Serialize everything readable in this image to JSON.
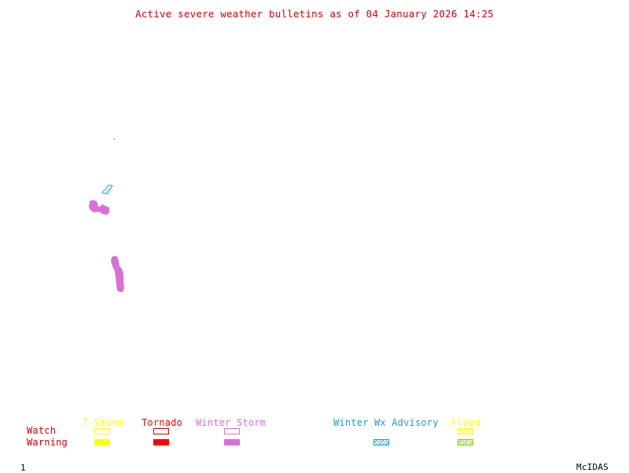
{
  "title": "Active severe weather bulletins as of 04 January 2026 14:25",
  "frame_number": "1",
  "software_label": "McIDAS",
  "colors": {
    "title": "#d40000",
    "row_label": "#d40000",
    "tstorm": "#ffff00",
    "tornado": "#ff0000",
    "winter_storm": "#da70d6",
    "winter_wx_advisory": "#1e9be0",
    "flood_watch": "#ffff00",
    "flood_warning": "#7ccd00",
    "footer": "#000000"
  },
  "legend": {
    "rows": [
      "Watch",
      "Warning"
    ],
    "categories": [
      {
        "name": "T-Storm",
        "watch": "outline",
        "warning": "filled"
      },
      {
        "name": "Tornado",
        "watch": "outline",
        "warning": "filled"
      },
      {
        "name": "Winter Storm",
        "watch": "outline",
        "warning": "filled"
      },
      {
        "name": "Winter Wx Advisory",
        "watch": null,
        "warning": "hatched"
      },
      {
        "name": "Flood",
        "watch": "hatched",
        "warning": "hatched"
      }
    ]
  },
  "map_features": [
    {
      "type": "Flood Warning",
      "description": "small green hatched area (north)"
    },
    {
      "type": "Winter Wx Advisory",
      "description": "small blue hatched area"
    },
    {
      "type": "Winter Storm Warning",
      "description": "magenta filled area (middle)"
    },
    {
      "type": "Winter Storm Warning",
      "description": "magenta filled elongated area (south)"
    }
  ]
}
